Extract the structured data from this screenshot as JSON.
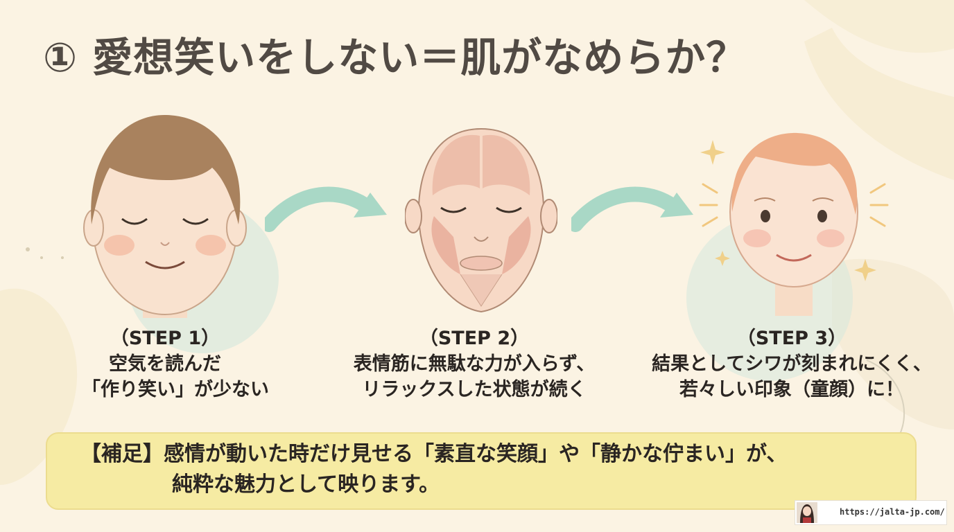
{
  "title": "① 愛想笑いをしない＝肌がなめらか？",
  "steps": [
    {
      "label": "（STEP 1）",
      "line1": "空気を読んだ",
      "line2": "「作り笑い」が少ない",
      "icon": "relaxed-face-icon"
    },
    {
      "label": "（STEP 2）",
      "line1": "表情筋に無駄な力が入らず、",
      "line2": "リラックスした状態が続く",
      "icon": "facial-muscles-icon"
    },
    {
      "label": "（STEP 3）",
      "line1": "結果としてシワが刻まれにくく、",
      "line2": "若々しい印象（童顔）に！",
      "icon": "youthful-face-icon"
    }
  ],
  "note": {
    "line1": "【補足】感情が動いた時だけ見せる「素直な笑顔」や「静かな佇まい」が、",
    "line2": "純粋な魅力として映ります。"
  },
  "footer": {
    "url": "https://jalta-jp.com/"
  },
  "colors": {
    "background": "#fbf3e3",
    "note_box": "#f6eba3",
    "arrow": "#a9d8c6",
    "title": "#514a44"
  }
}
